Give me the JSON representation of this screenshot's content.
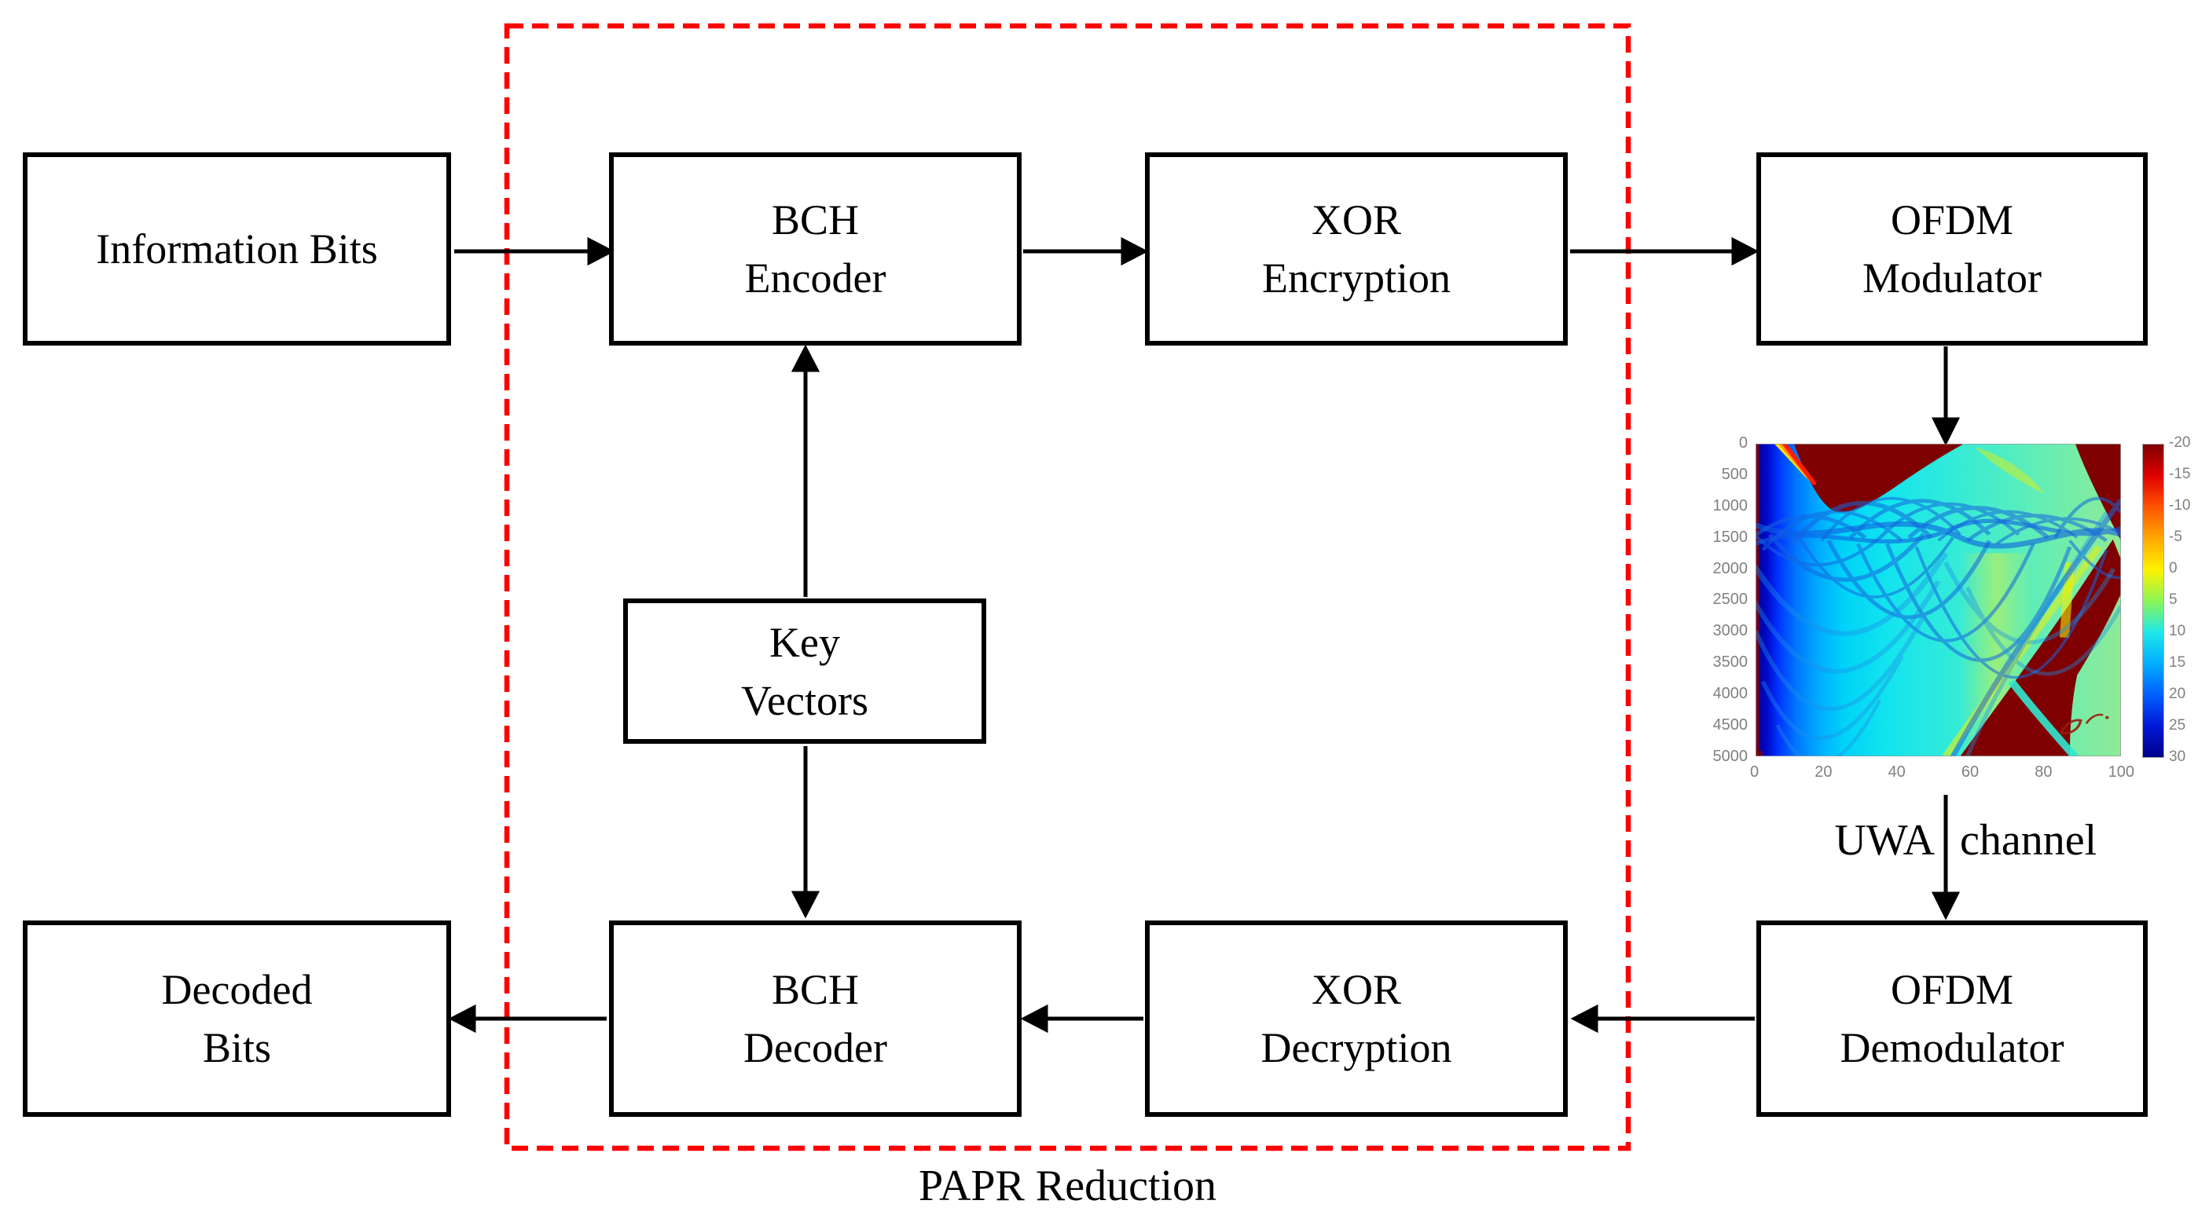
{
  "figure": {
    "type": "block-diagram",
    "colors": {
      "box_border": "#000000",
      "arrow": "#000000",
      "dashed_boundary": "#FF0000",
      "tick_text": "#808080",
      "heatmap_maroon": "#7E0000",
      "heatmap_dark_blue": "#00008B",
      "heatmap_cyan": "#18E0EE"
    }
  },
  "diagram": {
    "boxes": [
      {
        "id": "information-bits",
        "lines": [
          "Information Bits"
        ]
      },
      {
        "id": "bch-encoder",
        "lines": [
          "BCH",
          "Encoder"
        ]
      },
      {
        "id": "xor-encryption",
        "lines": [
          "XOR",
          "Encryption"
        ]
      },
      {
        "id": "ofdm-modulator",
        "lines": [
          "OFDM",
          "Modulator"
        ]
      },
      {
        "id": "key-vectors",
        "lines": [
          "Key",
          "Vectors"
        ]
      },
      {
        "id": "decoded-bits",
        "lines": [
          "Decoded",
          "Bits"
        ]
      },
      {
        "id": "bch-decoder",
        "lines": [
          "BCH",
          "Decoder"
        ]
      },
      {
        "id": "xor-decryption",
        "lines": [
          "XOR",
          "Decryption"
        ]
      },
      {
        "id": "ofdm-demodulator",
        "lines": [
          "OFDM",
          "Demodulator"
        ]
      }
    ],
    "labels": {
      "papr": "PAPR Reduction",
      "uwa_left": "UWA",
      "uwa_right": "channel"
    }
  },
  "chart_data": {
    "type": "heatmap",
    "title": "",
    "xlabel": "",
    "ylabel": "",
    "x_ticks": [
      "0",
      "20",
      "40",
      "60",
      "80",
      "100"
    ],
    "y_ticks": [
      "0",
      "500",
      "1000",
      "1500",
      "2000",
      "2500",
      "3000",
      "3500",
      "4000",
      "4500",
      "5000"
    ],
    "xlim": [
      0,
      100
    ],
    "ylim": [
      0,
      5000
    ],
    "colorbar_ticks": [
      "-20",
      "-15",
      "-10",
      "-5",
      "0",
      "5",
      "10",
      "15",
      "20",
      "25",
      "30"
    ],
    "colorbar_range": [
      -20,
      30
    ],
    "colormap": "jet-reversed",
    "legend_position": "right-colorbar",
    "grid": false
  }
}
